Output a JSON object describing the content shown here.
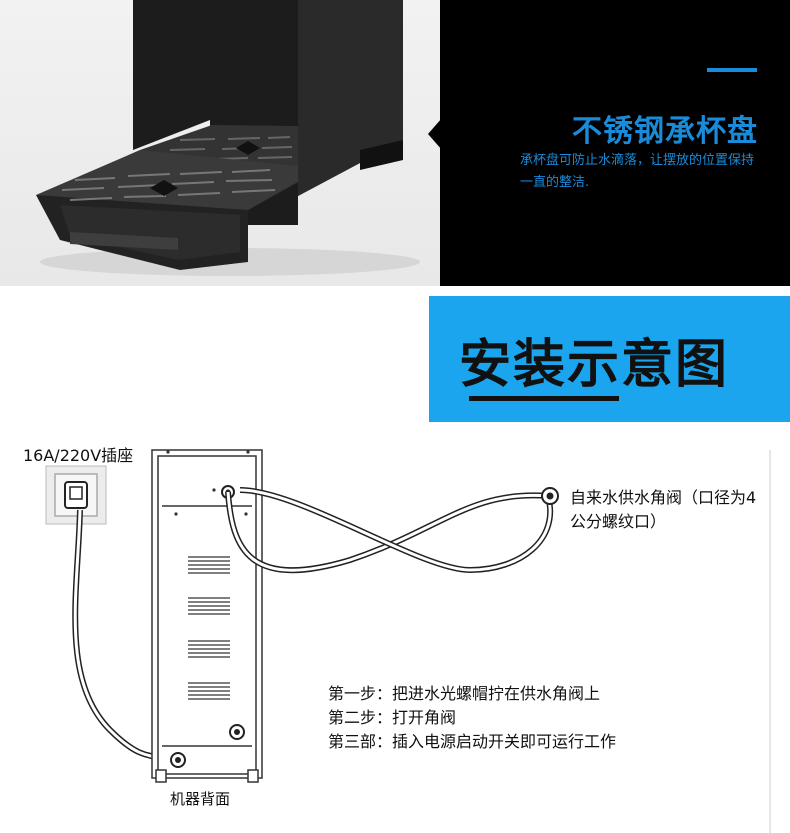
{
  "feature": {
    "title": "不锈钢承杯盘",
    "description": "承杯盘可防止水滴落，让摆放的位置保持一直的整洁.",
    "accent_color": "#1a8bd8"
  },
  "install": {
    "title": "安装示意图",
    "banner_color": "#1aa5ee"
  },
  "diagram": {
    "socket_label": "16A/220V插座",
    "valve_label": "自来水供水角阀（口径为4公分螺纹口）",
    "machine_back_label": "机器背面",
    "steps": [
      "第一步：把进水光螺帽拧在供水角阀上",
      "第二步：打开角阀",
      "第三部：插入电源启动开关即可运行工作"
    ]
  }
}
